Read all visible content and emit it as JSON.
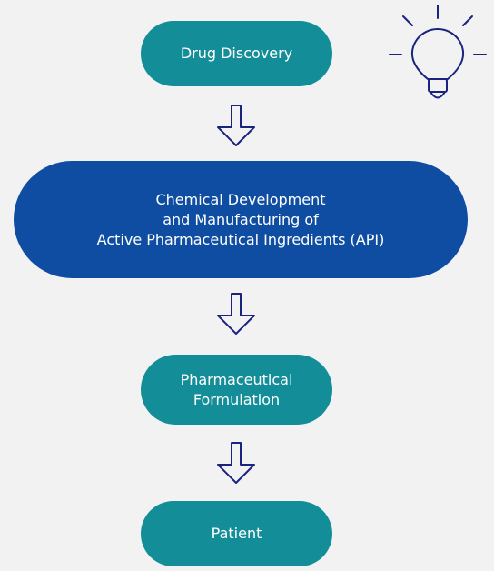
{
  "colors": {
    "background": "#f2f2f2",
    "teal": "#138e99",
    "blue": "#0f4da2",
    "arrow": "#1a237e",
    "bulb": "#1a237e",
    "text": "#ffffff"
  },
  "icons": {
    "arrow": "hollow-down-arrow-icon",
    "bulb": "lightbulb-icon"
  },
  "nodes": {
    "discovery": "Drug Discovery",
    "api": "Chemical Development\nand Manufacturing of\nActive Pharmaceutical Ingredients (API)",
    "formulation": "Pharmaceutical\nFormulation",
    "patient": "Patient"
  }
}
